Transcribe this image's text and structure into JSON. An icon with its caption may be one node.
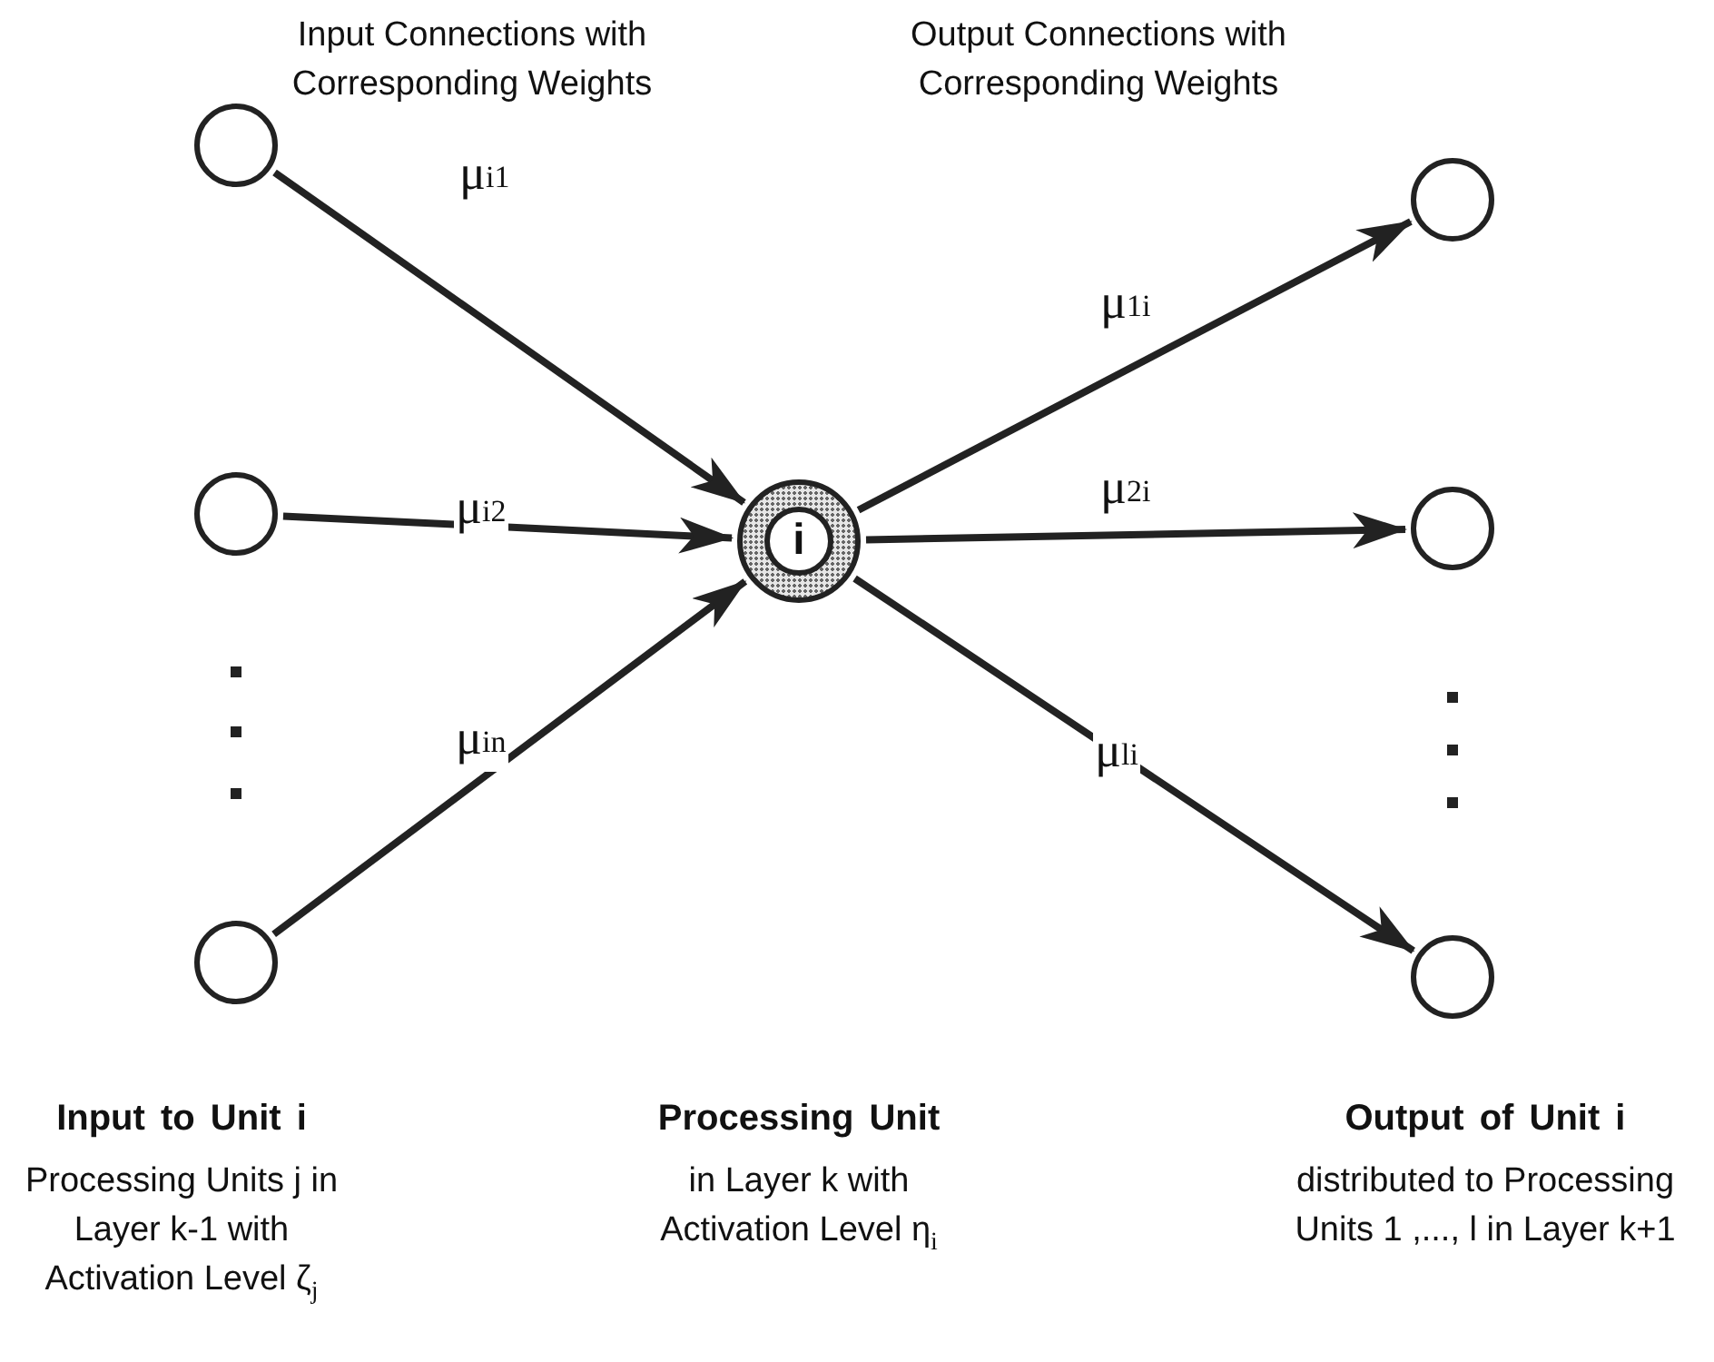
{
  "diagram": {
    "nodes": [
      {
        "text": [],
        "shape": "circle"
      },
      {
        "text": [],
        "shape": "circle"
      },
      {
        "text": [],
        "shape": "circle"
      },
      {
        "text": [
          "i"
        ]
      },
      {
        "text": [],
        "shape": "circle"
      },
      {
        "text": [],
        "shape": "circle"
      },
      {
        "text": [],
        "shape": "circle"
      }
    ],
    "edges": [
      {
        "from": 0,
        "to": 3,
        "arrow": "to",
        "label": "μ$_{i1}$"
      },
      {
        "from": 1,
        "to": 3,
        "arrow": "to",
        "label": "μ$_{i2}$"
      },
      {
        "from": 2,
        "to": 3,
        "arrow": "to",
        "label": "μ$_{in}$"
      },
      {
        "from": 3,
        "to": 4,
        "arrow": "to",
        "label": "μ$_{1i}$"
      },
      {
        "from": 3,
        "to": 5,
        "arrow": "to",
        "label": "μ$_{2i}$"
      },
      {
        "from": 3,
        "to": 6,
        "arrow": "to",
        "label": "μ$_{li}$"
      }
    ],
    "labels": [
      "Input Connections with Corresponding Weights",
      "Output Connections with Corresponding Weights",
      "Input to Unit i",
      "Processing Unit",
      "Output of Unit i",
      "Processing Units j in Layer k-1 with Activation Level ζ$_{j}$",
      "in Layer k with Activation Level η$_{i}$",
      "distributed to Processing Units 1 ,..., l in Layer k+1"
    ]
  }
}
